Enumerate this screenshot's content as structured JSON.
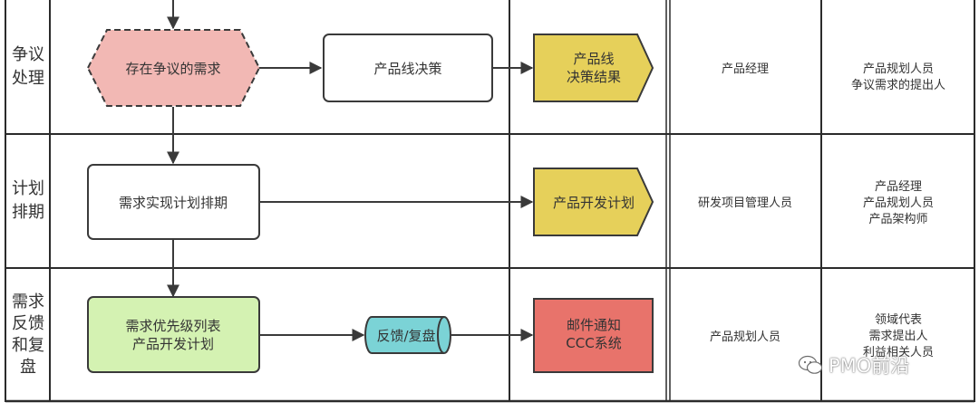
{
  "lanes": [
    {
      "label_lines": [
        "争议",
        "处理"
      ]
    },
    {
      "label_lines": [
        "计划",
        "排期"
      ]
    },
    {
      "label_lines": [
        "需求",
        "反馈",
        "和复",
        "盘"
      ]
    }
  ],
  "nodes": {
    "disputed": {
      "lines": [
        "存在争议的需求"
      ],
      "fill": "#f2b8b4",
      "stroke": "#3a3a3a"
    },
    "decision": {
      "lines": [
        "产品线决策"
      ],
      "fill": "#ffffff",
      "stroke": "#3a3a3a"
    },
    "decision_result": {
      "lines": [
        "产品线",
        "决策结果"
      ],
      "fill": "#e6d05a",
      "stroke": "#3a3a3a"
    },
    "schedule": {
      "lines": [
        "需求实现计划排期"
      ],
      "fill": "#ffffff",
      "stroke": "#3a3a3a"
    },
    "dev_plan": {
      "lines": [
        "产品开发计划"
      ],
      "fill": "#e6d05a",
      "stroke": "#3a3a3a"
    },
    "priority": {
      "lines": [
        "需求优先级列表",
        "产品开发计划"
      ],
      "fill": "#d4f2b2",
      "stroke": "#3a3a3a"
    },
    "feedback": {
      "lines": [
        "反馈/复盘"
      ],
      "fill": "#7bd3d6",
      "stroke": "#3a3a3a"
    },
    "mail": {
      "lines": [
        "邮件通知",
        "CCC系统"
      ],
      "fill": "#e8736b",
      "stroke": "#3a3a3a"
    }
  },
  "roles": [
    {
      "owner": [
        "产品经理"
      ],
      "participants": [
        "产品规划人员",
        "争议需求的提出人"
      ]
    },
    {
      "owner": [
        "研发项目管理人员"
      ],
      "participants": [
        "产品经理",
        "产品规划人员",
        "产品架构师"
      ]
    },
    {
      "owner": [
        "产品规划人员"
      ],
      "participants": [
        "领域代表",
        "需求提出人",
        "利益相关人员"
      ]
    }
  ],
  "watermark": {
    "text": "PMO前沿",
    "icon": "wechat-icon"
  }
}
